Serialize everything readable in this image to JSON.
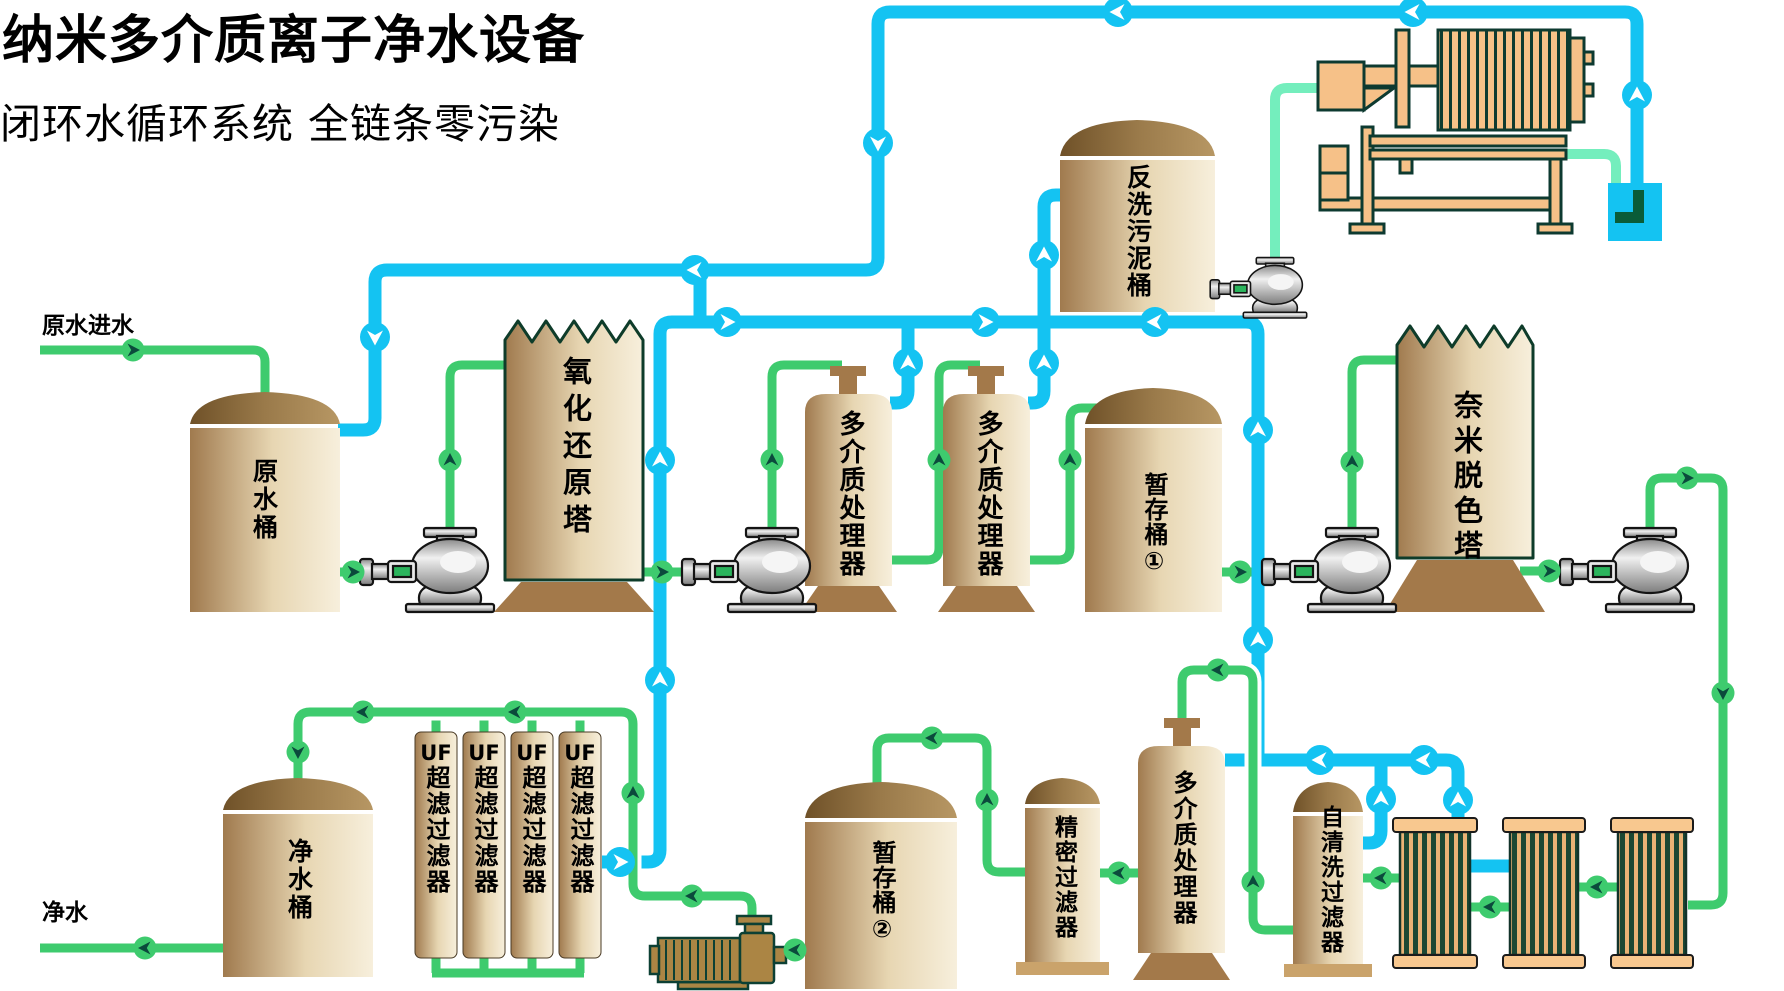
{
  "title": {
    "main": "纳米多介质离子净水设备",
    "subtitle": "闭环水循环系统 全链条零污染"
  },
  "flow_labels": {
    "raw_inlet": "原水进水",
    "clean_outlet": "净水"
  },
  "equipment": {
    "raw_water_tank": "原水桶",
    "redox_tower": "氧化还原塔",
    "media_processor_1": "多介质处理器",
    "media_processor_2": "多介质处理器",
    "buffer_tank_1": "暂存桶①",
    "backwash_sludge_tank": "反洗污泥桶",
    "nano_decolor_tower": "奈米脱色塔",
    "clean_water_tank": "净水桶",
    "uf_filter": {
      "prefix": "UF",
      "name": "超滤过滤器"
    },
    "buffer_tank_2": "暂存桶②",
    "precision_filter": "精密过滤器",
    "media_processor_3": "多介质处理器",
    "self_cleaning_filter": "自清洗过滤器"
  },
  "palette": {
    "pipe_cyan": "#14c3f2",
    "pipe_green": "#3ecb6e",
    "pipe_mint": "#74eebd",
    "arrow_dark": "#0b4a3c",
    "outline_teal": "#0d3a30",
    "press_peach": "#f6c188"
  }
}
